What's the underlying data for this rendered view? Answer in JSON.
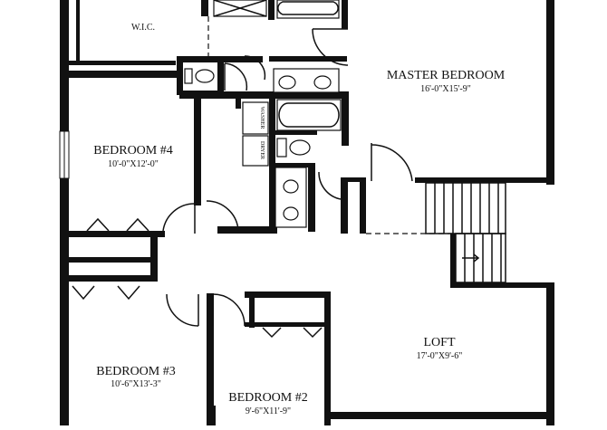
{
  "rooms": {
    "wic": {
      "name": "W.I.C."
    },
    "master_bedroom": {
      "name": "MASTER BEDROOM",
      "size": "16'-0\"X15'-9\""
    },
    "bedroom4": {
      "name": "BEDROOM #4",
      "size": "10'-0\"X12'-0\""
    },
    "bedroom3": {
      "name": "BEDROOM #3",
      "size": "10'-6\"X13'-3\""
    },
    "bedroom2": {
      "name": "BEDROOM #2",
      "size": "9'-6\"X11'-9\""
    },
    "loft": {
      "name": "LOFT",
      "size": "17'-0\"X9'-6\""
    }
  },
  "fixtures": {
    "washer": "WASHER",
    "dryer": "DRYER"
  },
  "colors": {
    "wall": "#111111",
    "background": "#ffffff"
  }
}
